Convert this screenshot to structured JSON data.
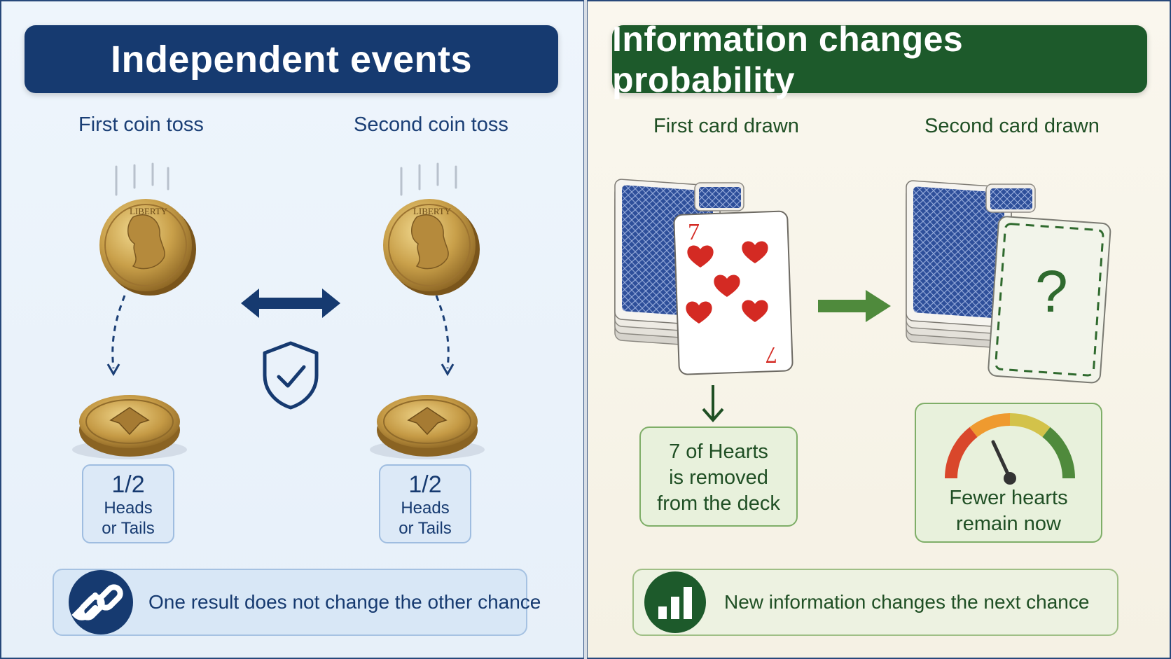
{
  "left_panel": {
    "title": "Independent events",
    "first_label": "First coin toss",
    "second_label": "Second coin toss",
    "first_prob": {
      "fraction": "1/2",
      "line1": "Heads",
      "line2": "or Tails"
    },
    "second_prob": {
      "fraction": "1/2",
      "line1": "Heads",
      "line2": "or Tails"
    },
    "bottom_text": "One result does not change the other chance",
    "coin_text": "LIBERTY",
    "colors": {
      "banner": "#163a70",
      "accent": "#1b3f76"
    }
  },
  "right_panel": {
    "title": "Information changes probability",
    "first_label": "First card drawn",
    "second_label": "Second card drawn",
    "card_rank": "7",
    "removed_box": {
      "line1": "7 of Hearts",
      "line2": "is removed",
      "line3": "from the deck"
    },
    "gauge_box": {
      "line1": "Fewer hearts",
      "line2": "remain now"
    },
    "unknown_card_symbol": "?",
    "bottom_text": "New information changes the next chance",
    "colors": {
      "banner": "#1d5a2b",
      "accent": "#2f6a2e",
      "heart": "#d42a23"
    }
  },
  "icons": {
    "double_arrow": "double-arrow-icon",
    "shield": "shield-check-icon",
    "chain": "chain-link-icon",
    "bar_chart": "bar-chart-icon",
    "right_arrow": "arrow-right-icon",
    "down_arrow": "arrow-down-icon",
    "gauge": "gauge-icon"
  }
}
